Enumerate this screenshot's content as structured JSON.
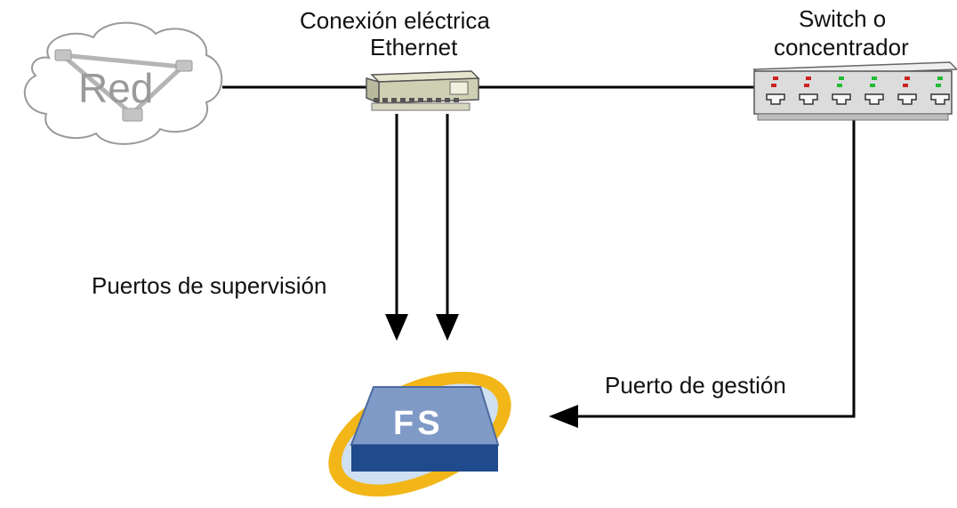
{
  "labels": {
    "network": "Red",
    "tap_line1": "Conexión eléctrica",
    "tap_line2": "Ethernet",
    "switch_line1": "Switch o",
    "switch_line2": "concentrador",
    "monitor_ports": "Puertos de supervisión",
    "mgmt_port": "Puerto de gestión",
    "fs_logo": "FS"
  },
  "colors": {
    "line": "#000000",
    "cloud_stroke": "#9a9a9a",
    "logo_ring": "#f2b619",
    "logo_face": "#7f9ac6",
    "logo_base": "#1f4a8c",
    "led_red": "#cc2222",
    "led_green": "#22bb33"
  },
  "switch_leds": [
    "red",
    "red",
    "green",
    "green",
    "red",
    "green"
  ]
}
